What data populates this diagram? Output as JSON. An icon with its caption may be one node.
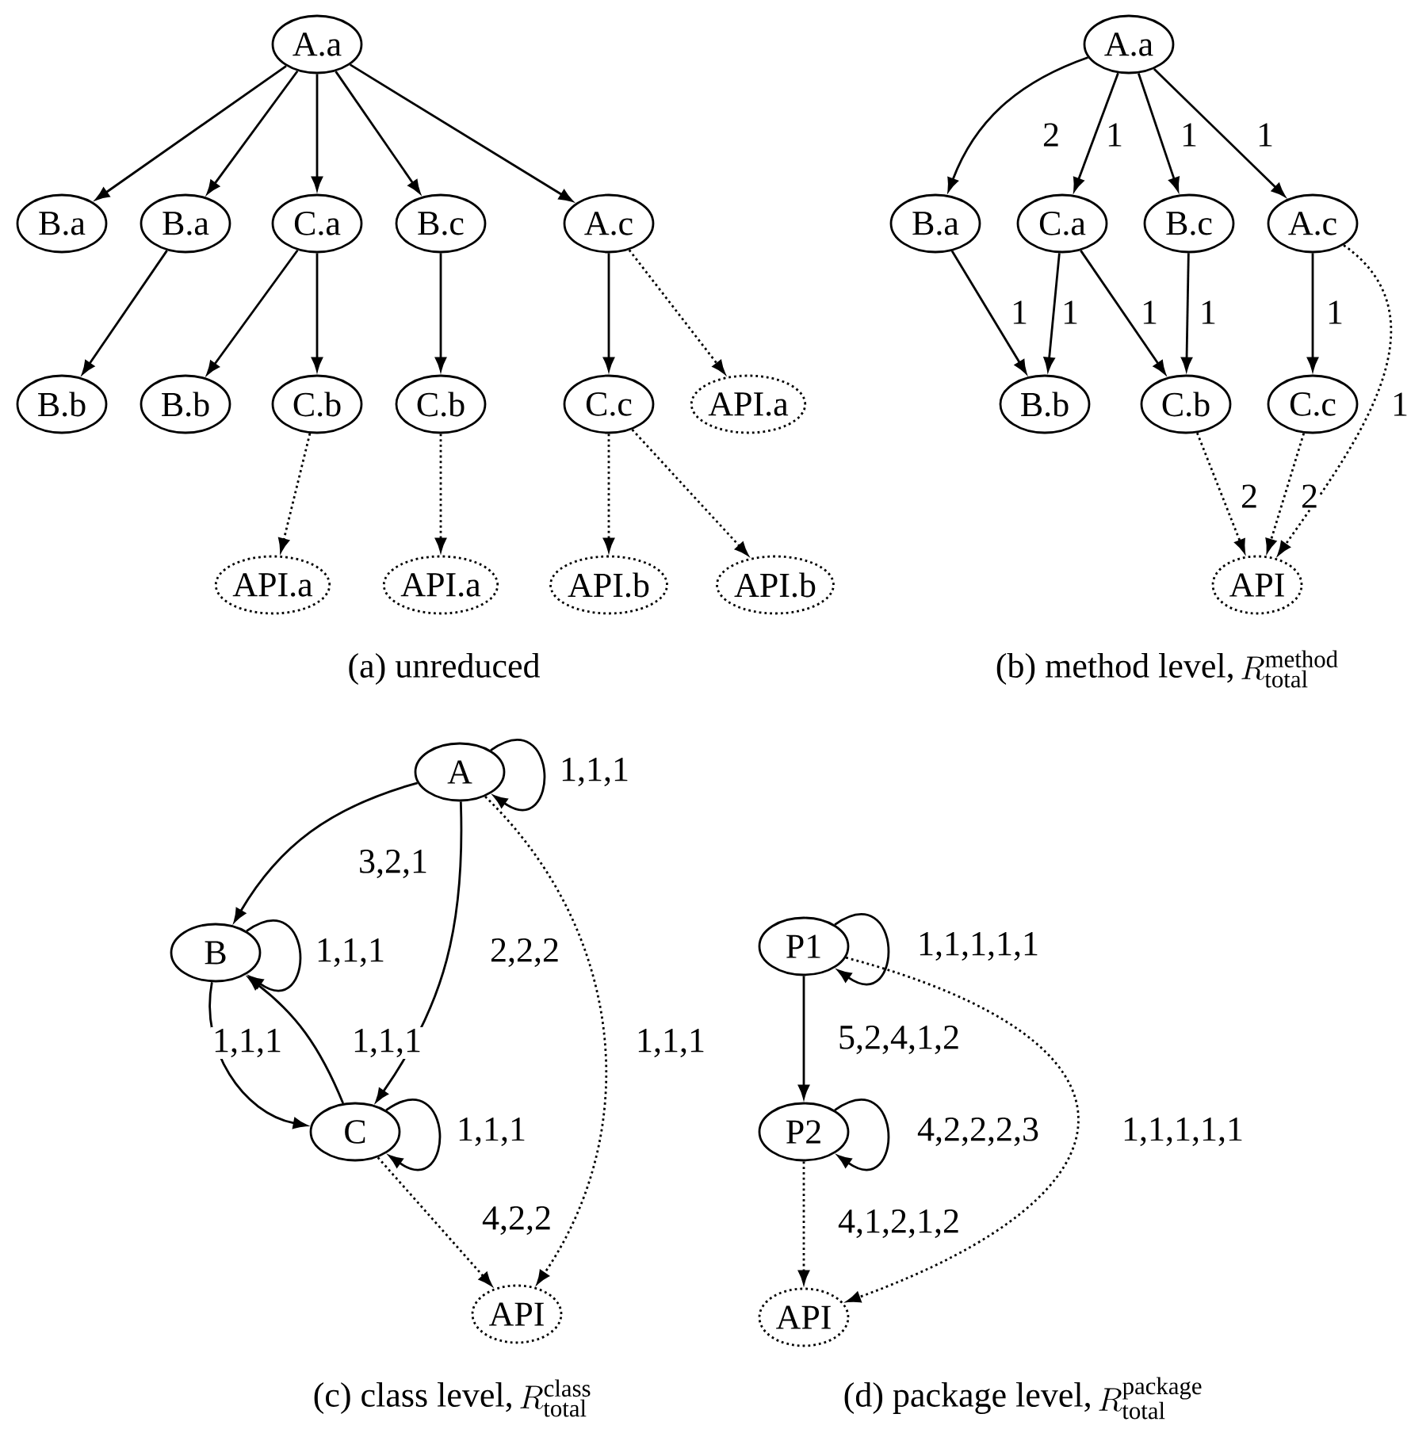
{
  "diagram": {
    "nodes": [
      {
        "text": [
          "A.a"
        ]
      },
      {
        "text": [
          "B.a"
        ]
      },
      {
        "text": [
          "B.a"
        ]
      },
      {
        "text": [
          "C.a"
        ]
      },
      {
        "text": [
          "B.c"
        ]
      },
      {
        "text": [
          "A.c"
        ]
      },
      {
        "text": [
          "B.b"
        ]
      },
      {
        "text": [
          "B.b"
        ]
      },
      {
        "text": [
          "C.b"
        ]
      },
      {
        "text": [
          "C.b"
        ]
      },
      {
        "text": [
          "C.c"
        ]
      },
      {
        "text": [
          "API.a"
        ]
      },
      {
        "text": [
          "API.a"
        ]
      },
      {
        "text": [
          "API.a"
        ]
      },
      {
        "text": [
          "API.b"
        ]
      },
      {
        "text": [
          "API.b"
        ]
      },
      {
        "text": [
          "A.a"
        ]
      },
      {
        "text": [
          "B.a"
        ]
      },
      {
        "text": [
          "C.a"
        ]
      },
      {
        "text": [
          "B.c"
        ]
      },
      {
        "text": [
          "A.c"
        ]
      },
      {
        "text": [
          "B.b"
        ]
      },
      {
        "text": [
          "C.b"
        ]
      },
      {
        "text": [
          "C.c"
        ]
      },
      {
        "text": [
          "API"
        ]
      },
      {
        "text": [
          "A"
        ]
      },
      {
        "text": [
          "B"
        ]
      },
      {
        "text": [
          "C"
        ]
      },
      {
        "text": [
          "API"
        ]
      },
      {
        "text": [
          "P1"
        ]
      },
      {
        "text": [
          "P2"
        ]
      },
      {
        "text": [
          "API"
        ]
      }
    ],
    "edges": [
      {
        "from": 0,
        "to": 1,
        "arrow": "to"
      },
      {
        "from": 0,
        "to": 2,
        "arrow": "to"
      },
      {
        "from": 0,
        "to": 3,
        "arrow": "to"
      },
      {
        "from": 0,
        "to": 4,
        "arrow": "to"
      },
      {
        "from": 0,
        "to": 5,
        "arrow": "to"
      },
      {
        "from": 2,
        "to": 6,
        "arrow": "to"
      },
      {
        "from": 3,
        "to": 7,
        "arrow": "to"
      },
      {
        "from": 3,
        "to": 8,
        "arrow": "to"
      },
      {
        "from": 4,
        "to": 9,
        "arrow": "to"
      },
      {
        "from": 5,
        "to": 10,
        "arrow": "to"
      },
      {
        "from": 5,
        "to": 11,
        "arrow": "to",
        "style": "dashed"
      },
      {
        "from": 8,
        "to": 12,
        "arrow": "to",
        "style": "dashed"
      },
      {
        "from": 9,
        "to": 13,
        "arrow": "to",
        "style": "dashed"
      },
      {
        "from": 10,
        "to": 14,
        "arrow": "to",
        "style": "dashed"
      },
      {
        "from": 10,
        "to": 15,
        "arrow": "to",
        "style": "dashed"
      },
      {
        "from": 16,
        "to": 17,
        "arrow": "to",
        "label": "2"
      },
      {
        "from": 16,
        "to": 18,
        "arrow": "to",
        "label": "1"
      },
      {
        "from": 16,
        "to": 19,
        "arrow": "to",
        "label": "1"
      },
      {
        "from": 16,
        "to": 20,
        "arrow": "to",
        "label": "1"
      },
      {
        "from": 17,
        "to": 21,
        "arrow": "to",
        "label": "1"
      },
      {
        "from": 18,
        "to": 21,
        "arrow": "to",
        "label": "1"
      },
      {
        "from": 18,
        "to": 22,
        "arrow": "to",
        "label": "1"
      },
      {
        "from": 19,
        "to": 22,
        "arrow": "to",
        "label": "1"
      },
      {
        "from": 20,
        "to": 23,
        "arrow": "to",
        "label": "1"
      },
      {
        "from": 22,
        "to": 24,
        "arrow": "to",
        "label": "2",
        "style": "dashed"
      },
      {
        "from": 23,
        "to": 24,
        "arrow": "to",
        "label": "2",
        "style": "dashed"
      },
      {
        "from": 20,
        "to": 24,
        "arrow": "to",
        "label": "1",
        "style": "dashed"
      },
      {
        "from": 25,
        "to": 25,
        "arrow": "to",
        "label": "1,1,1"
      },
      {
        "from": 25,
        "to": 26,
        "arrow": "to",
        "label": "3,2,1"
      },
      {
        "from": 25,
        "to": 27,
        "arrow": "to",
        "label": "2,2,2"
      },
      {
        "from": 26,
        "to": 26,
        "arrow": "to",
        "label": "1,1,1"
      },
      {
        "from": 26,
        "to": 27,
        "arrow": "to",
        "label": "1,1,1"
      },
      {
        "from": 27,
        "to": 26,
        "arrow": "to",
        "label": "1,1,1"
      },
      {
        "from": 27,
        "to": 27,
        "arrow": "to",
        "label": "1,1,1"
      },
      {
        "from": 27,
        "to": 28,
        "arrow": "to",
        "label": "4,2,2",
        "style": "dashed"
      },
      {
        "from": 25,
        "to": 28,
        "arrow": "to",
        "label": "1,1,1",
        "style": "dashed"
      },
      {
        "from": 29,
        "to": 29,
        "arrow": "to",
        "label": "1,1,1,1,1"
      },
      {
        "from": 29,
        "to": 30,
        "arrow": "to",
        "label": "5,2,4,1,2"
      },
      {
        "from": 30,
        "to": 30,
        "arrow": "to",
        "label": "4,2,2,2,3"
      },
      {
        "from": 30,
        "to": 31,
        "arrow": "to",
        "label": "4,1,2,1,2",
        "style": "dashed"
      },
      {
        "from": 29,
        "to": 31,
        "arrow": "to",
        "label": "1,1,1,1,1",
        "style": "dashed"
      }
    ],
    "labels": [
      "(a) unreduced",
      "(b) method level,",
      "R^{\\mathrm{method}}_{\\mathrm{total}}",
      "(c) class level,",
      "R^{\\mathrm{class}}_{\\mathrm{total}}",
      "(d) package level,",
      "R^{\\mathrm{package}}_{\\mathrm{total}}"
    ]
  }
}
